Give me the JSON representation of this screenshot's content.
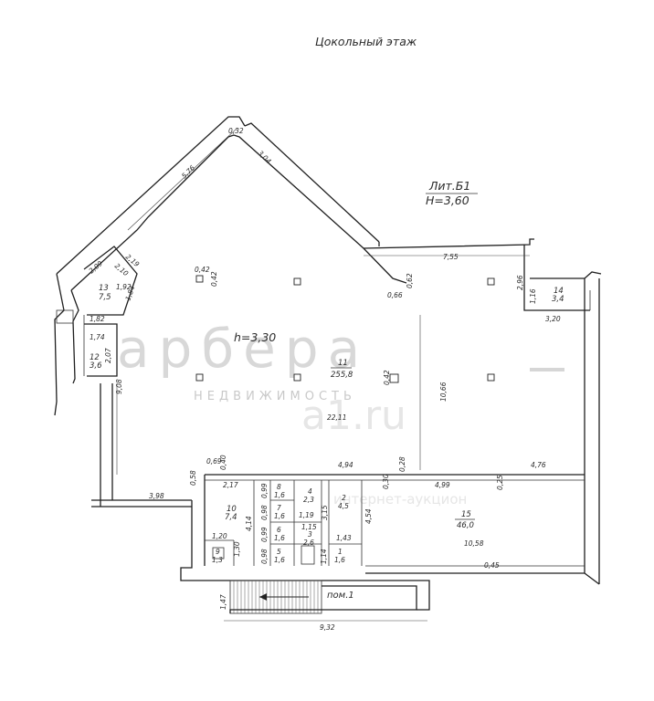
{
  "header": {
    "title": "Цокольный этаж",
    "liter": "Лит.Б1",
    "height": "H=3,60"
  },
  "watermark": {
    "brand": "арбера",
    "subtitle": "НЕДВИЖИМОСТЬ",
    "faint_1": "a1.ru",
    "faint_2": "интернет-аукцион"
  },
  "rooms": [
    {
      "number": "1",
      "area": "1,6"
    },
    {
      "number": "2",
      "area": "4,5"
    },
    {
      "number": "3",
      "area": "2,6"
    },
    {
      "number": "4",
      "area": "2,3"
    },
    {
      "number": "5",
      "area": "1,6"
    },
    {
      "number": "6",
      "area": "1,6"
    },
    {
      "number": "7",
      "area": "1,6"
    },
    {
      "number": "8",
      "area": "1,6"
    },
    {
      "number": "9",
      "area": "1,3"
    },
    {
      "number": "10",
      "area": "7,4"
    },
    {
      "number": "11",
      "area": "255,8"
    },
    {
      "number": "12",
      "area": "3,6"
    },
    {
      "number": "13",
      "area": "7,5"
    },
    {
      "number": "14",
      "area": "3,4"
    },
    {
      "number": "15",
      "area": "46,0"
    }
  ],
  "room_height": "h=3,30",
  "entrance_label": "пом.1",
  "dimensions": {
    "d_032": "0,32",
    "d_304": "3,04",
    "d_576": "5,76",
    "d_755": "7,55",
    "d_062": "0,62",
    "d_066": "0,66",
    "d_296": "2,96",
    "d_116": "1,16",
    "d_320": "3,20",
    "d_209": "2,09",
    "d_219": "2,19",
    "d_210": "2,10",
    "d_192": "1,92",
    "d_184": "1,84",
    "d_182": "1,82",
    "d_174": "1,74",
    "d_207": "2,07",
    "d_908": "9,08",
    "d_042a": "0,42",
    "d_042b": "0,42",
    "d_042c": "0,42",
    "d_1066": "10,66",
    "d_2211": "22,11",
    "d_494": "4,94",
    "d_028": "0,28",
    "d_476": "4,76",
    "d_069": "0,69",
    "d_040": "0,40",
    "d_058": "0,58",
    "d_217": "2,17",
    "d_398": "3,98",
    "d_414": "4,14",
    "d_099a": "0,99",
    "d_098a": "0,98",
    "d_099b": "0,99",
    "d_098b": "0,98",
    "d_119": "1,19",
    "d_115": "1,15",
    "d_143": "1,43",
    "d_114": "1,14",
    "d_315": "3,15",
    "d_454": "4,54",
    "d_030": "0,30",
    "d_499": "4,99",
    "d_025": "0,25",
    "d_1058": "10,58",
    "d_045": "0,45",
    "d_120": "1,20",
    "d_130": "1,30",
    "d_147": "1,47",
    "d_932": "9,32"
  }
}
